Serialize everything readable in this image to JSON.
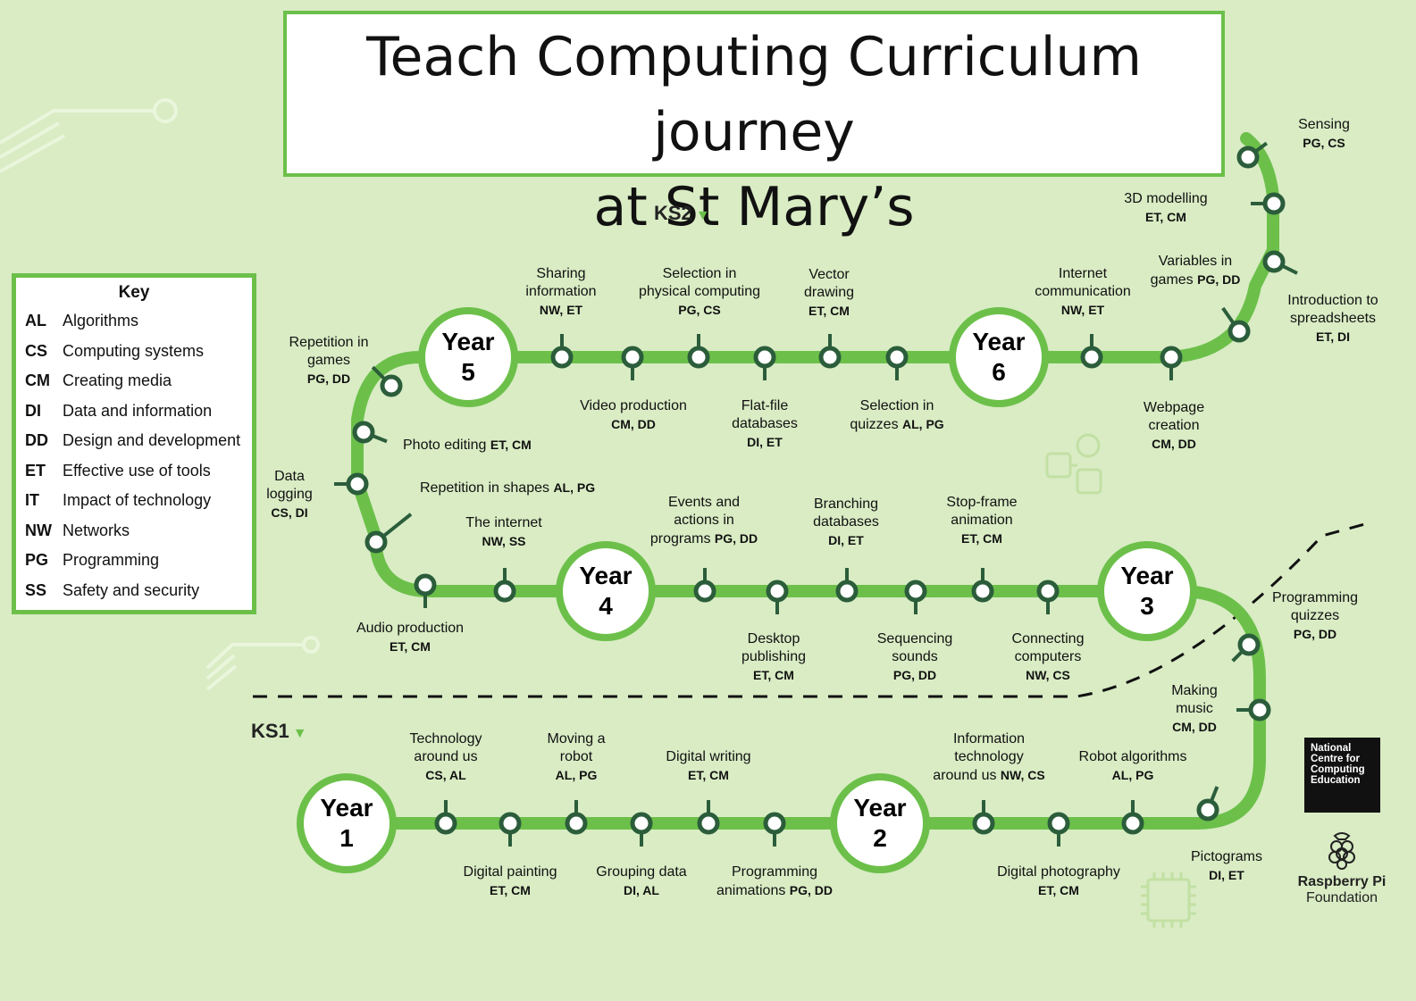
{
  "title": {
    "line1": "Teach Computing Curriculum journey",
    "line2": "at St Mary’s"
  },
  "key": {
    "heading": "Key",
    "items": [
      {
        "code": "AL",
        "label": "Algorithms"
      },
      {
        "code": "CS",
        "label": "Computing systems"
      },
      {
        "code": "CM",
        "label": "Creating media"
      },
      {
        "code": "DI",
        "label": "Data and information"
      },
      {
        "code": "DD",
        "label": "Design and development"
      },
      {
        "code": "ET",
        "label": "Effective use of tools"
      },
      {
        "code": "IT",
        "label": "Impact of technology"
      },
      {
        "code": "NW",
        "label": "Networks"
      },
      {
        "code": "PG",
        "label": "Programming"
      },
      {
        "code": "SS",
        "label": "Safety and security"
      }
    ]
  },
  "stages": {
    "ks1": "KS1",
    "ks2": "KS2"
  },
  "years": [
    {
      "word": "Year",
      "num": "1"
    },
    {
      "word": "Year",
      "num": "2"
    },
    {
      "word": "Year",
      "num": "3"
    },
    {
      "word": "Year",
      "num": "4"
    },
    {
      "word": "Year",
      "num": "5"
    },
    {
      "word": "Year",
      "num": "6"
    }
  ],
  "units": {
    "tech_around_us": {
      "name": [
        "Technology",
        "around us"
      ],
      "codes": "CS, AL"
    },
    "digital_painting": {
      "name": [
        "Digital painting"
      ],
      "codes": "ET, CM"
    },
    "moving_robot": {
      "name": [
        "Moving a",
        "robot"
      ],
      "codes": "AL, PG"
    },
    "grouping_data": {
      "name": [
        "Grouping data"
      ],
      "codes": "DI, AL"
    },
    "digital_writing": {
      "name": [
        "Digital writing"
      ],
      "codes": "ET, CM"
    },
    "programming_animations": {
      "name": [
        "Programming",
        "animations"
      ],
      "codes": "PG, DD"
    },
    "it_around_us": {
      "name": [
        "Information",
        "technology",
        "around us"
      ],
      "codes": "NW, CS"
    },
    "digital_photography": {
      "name": [
        "Digital photography"
      ],
      "codes": "ET, CM"
    },
    "robot_algorithms": {
      "name": [
        "Robot algorithms"
      ],
      "codes": "AL, PG"
    },
    "pictograms": {
      "name": [
        "Pictograms"
      ],
      "codes": "DI, ET"
    },
    "making_music": {
      "name": [
        "Making",
        "music"
      ],
      "codes": "CM, DD"
    },
    "programming_quizzes": {
      "name": [
        "Programming",
        "quizzes"
      ],
      "codes": "PG, DD"
    },
    "connecting_computers": {
      "name": [
        "Connecting",
        "computers"
      ],
      "codes": "NW, CS"
    },
    "stop_frame": {
      "name": [
        "Stop-frame",
        "animation"
      ],
      "codes": "ET, CM"
    },
    "sequencing_sounds": {
      "name": [
        "Sequencing",
        "sounds"
      ],
      "codes": "PG, DD"
    },
    "branching_db": {
      "name": [
        "Branching",
        "databases"
      ],
      "codes": "DI, ET"
    },
    "desktop_publishing": {
      "name": [
        "Desktop",
        "publishing"
      ],
      "codes": "ET, CM"
    },
    "events_actions": {
      "name": [
        "Events and",
        "actions in",
        "programs"
      ],
      "codes": "PG, DD"
    },
    "the_internet": {
      "name": [
        "The internet"
      ],
      "codes": "NW, SS"
    },
    "audio_production": {
      "name": [
        "Audio production"
      ],
      "codes": "ET, CM"
    },
    "repetition_shapes": {
      "name": [
        "Repetition in shapes"
      ],
      "codes": "AL, PG"
    },
    "data_logging": {
      "name": [
        "Data",
        "logging"
      ],
      "codes": "CS, DI"
    },
    "photo_editing": {
      "name": [
        "Photo editing"
      ],
      "codes": "ET, CM"
    },
    "repetition_games": {
      "name": [
        "Repetition in",
        "games"
      ],
      "codes": "PG, DD"
    },
    "sharing_info": {
      "name": [
        "Sharing",
        "information"
      ],
      "codes": "NW, ET"
    },
    "video_production": {
      "name": [
        "Video production"
      ],
      "codes": "CM, DD"
    },
    "selection_physical": {
      "name": [
        "Selection in",
        "physical computing"
      ],
      "codes": "PG, CS"
    },
    "flat_file": {
      "name": [
        "Flat-file",
        "databases"
      ],
      "codes": "DI, ET"
    },
    "vector_drawing": {
      "name": [
        "Vector",
        "drawing"
      ],
      "codes": "ET, CM"
    },
    "selection_quizzes": {
      "name": [
        "Selection in",
        "quizzes"
      ],
      "codes": "AL, PG"
    },
    "internet_comm": {
      "name": [
        "Internet",
        "communication"
      ],
      "codes": "NW, ET"
    },
    "webpage_creation": {
      "name": [
        "Webpage",
        "creation"
      ],
      "codes": "CM, DD"
    },
    "variables_games": {
      "name": [
        "Variables in",
        "games"
      ],
      "codes": "PG, DD"
    },
    "intro_spreadsheets": {
      "name": [
        "Introduction to",
        "spreadsheets"
      ],
      "codes": "ET, DI"
    },
    "modelling_3d": {
      "name": [
        "3D modelling"
      ],
      "codes": "ET, CM"
    },
    "sensing": {
      "name": [
        "Sensing"
      ],
      "codes": "PG, CS"
    }
  },
  "orgs": {
    "ncce": [
      "National",
      "Centre for",
      "Computing",
      "Education"
    ],
    "rpf": {
      "line1": "Raspberry Pi",
      "line2": "Foundation"
    }
  },
  "colors": {
    "track": "#6cc04a",
    "background": "#d9ecc4",
    "node_stroke": "#2b5d3b"
  }
}
